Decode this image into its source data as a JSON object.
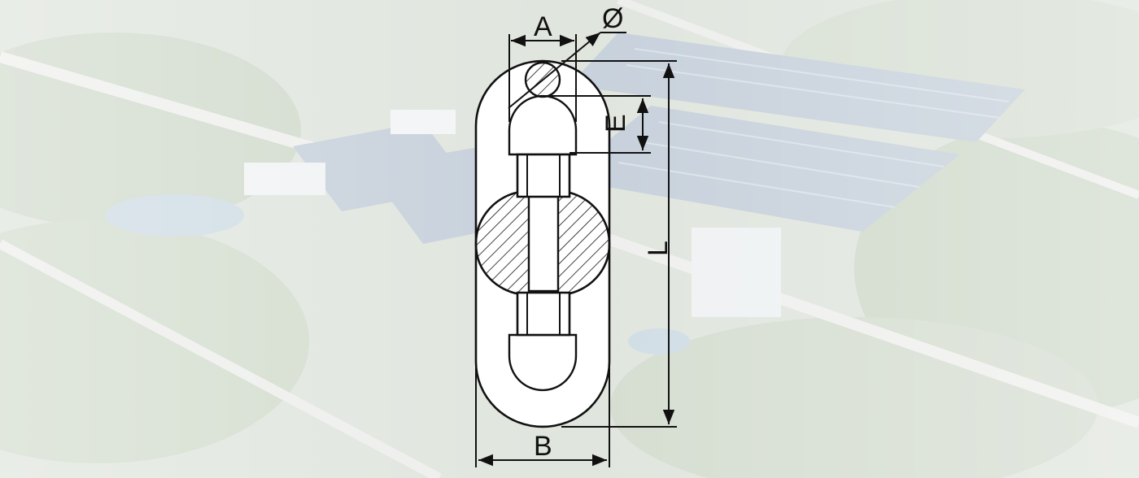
{
  "diagram": {
    "labels": {
      "a": "A",
      "diameter": "Ø",
      "e": "E",
      "l": "L",
      "b": "B"
    },
    "colors": {
      "line": "#111111",
      "body_fill": "#ffffff",
      "background_tint": "#f4f6f2"
    }
  }
}
